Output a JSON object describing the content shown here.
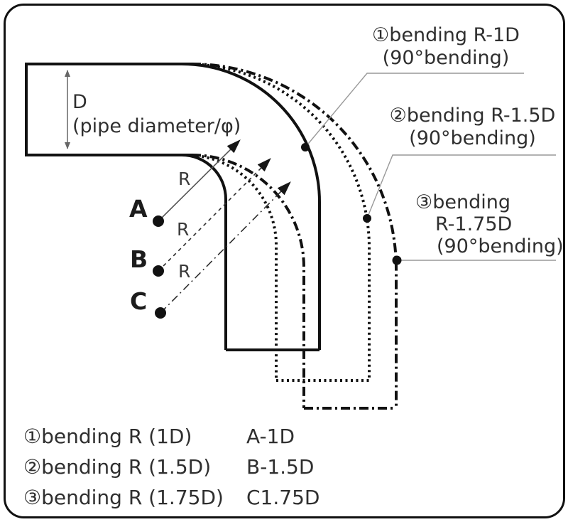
{
  "dimension": {
    "label": "D",
    "sublabel": "(pipe diameter/φ)"
  },
  "callouts": {
    "c1": {
      "line1": "①bending R-1D",
      "line2": "(90°bending)"
    },
    "c2": {
      "line1": "②bending R-1.5D",
      "line2": "(90°bending)"
    },
    "c3": {
      "line1": "③bending",
      "line2": "R-1.75D",
      "line3": "(90°bending)"
    }
  },
  "points": {
    "a": {
      "label": "A",
      "radius_label": "R"
    },
    "b": {
      "label": "B",
      "radius_label": "R"
    },
    "c": {
      "label": "C",
      "radius_label": "R"
    }
  },
  "legend": {
    "rows": [
      {
        "name": "①bending R (1D)",
        "code": "A-1D"
      },
      {
        "name": "②bending R (1.5D)",
        "code": "B-1.5D"
      },
      {
        "name": "③bending R (1.75D)",
        "code": "C1.75D"
      }
    ]
  },
  "colors": {
    "background": "#ffffff",
    "pipe_line": "#111111",
    "text": "#2f2f2f",
    "leader_line": "#999999",
    "dimension_line": "#666666"
  }
}
